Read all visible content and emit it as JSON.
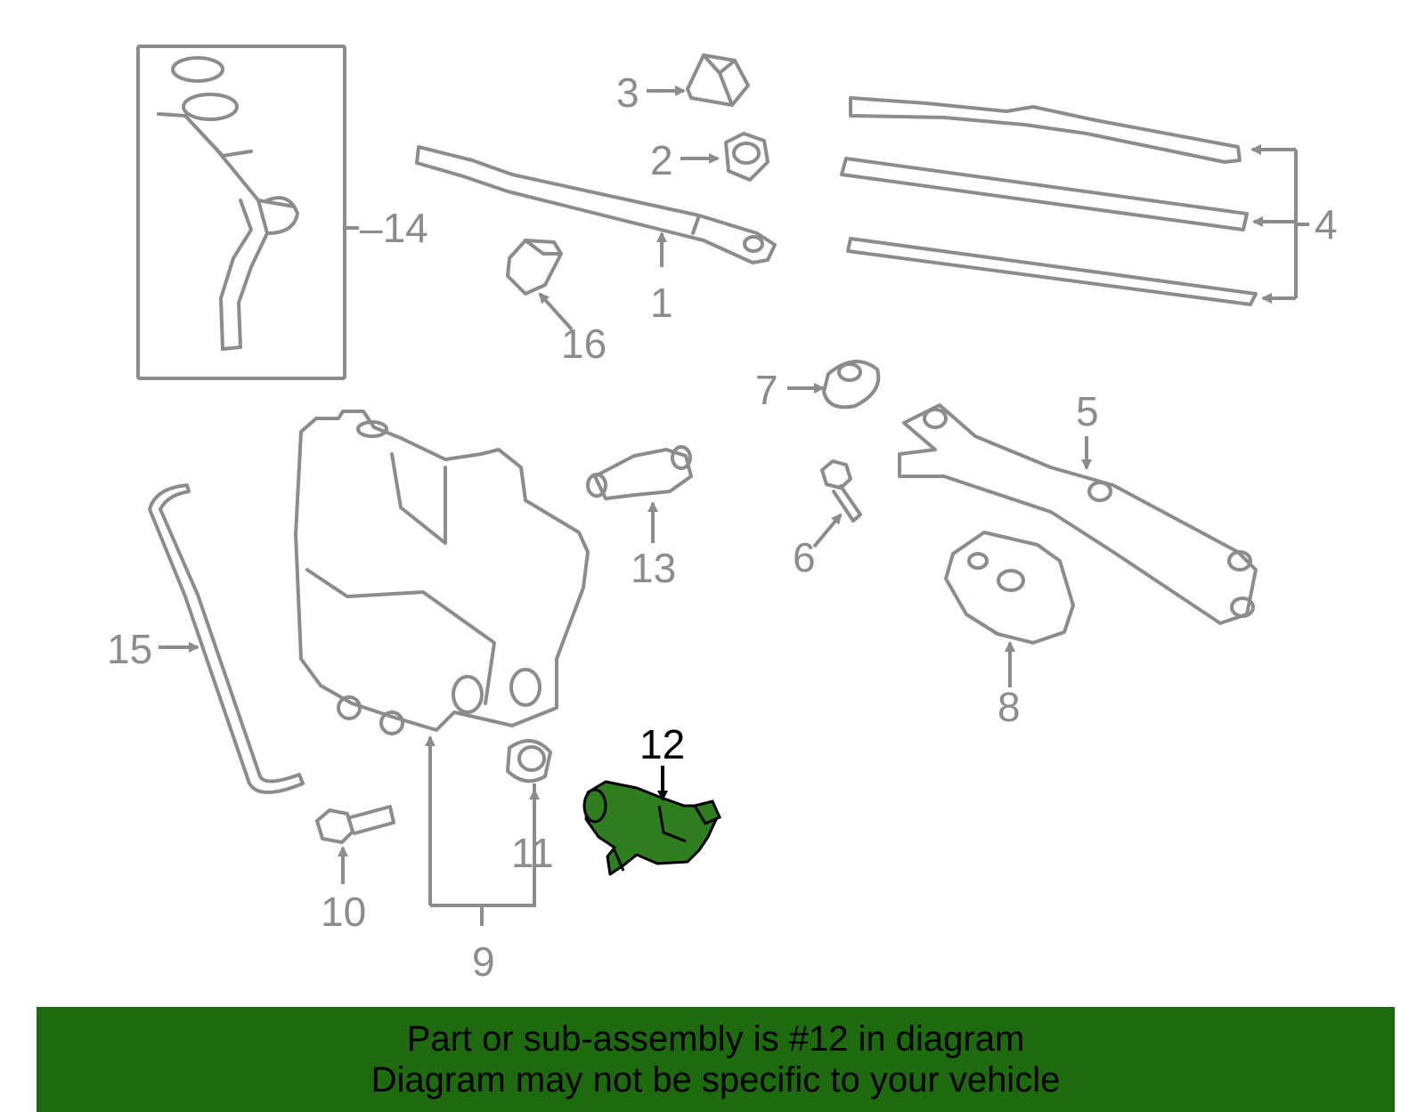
{
  "colors": {
    "highlight": "#2e7d1e",
    "banner": "#1e6b0f",
    "line": "#8c8c8c"
  },
  "callouts": {
    "c1": "1",
    "c2": "2",
    "c3": "3",
    "c4": "4",
    "c5": "5",
    "c6": "6",
    "c7": "7",
    "c8": "8",
    "c9": "9",
    "c10": "10",
    "c11": "11",
    "c12": "12",
    "c13": "13",
    "c14": "–14",
    "c15": "15",
    "c16": "16"
  },
  "banner": {
    "line1": "Part or sub-assembly is #12 in diagram",
    "line2": "Diagram may not be specific to your vehicle"
  }
}
